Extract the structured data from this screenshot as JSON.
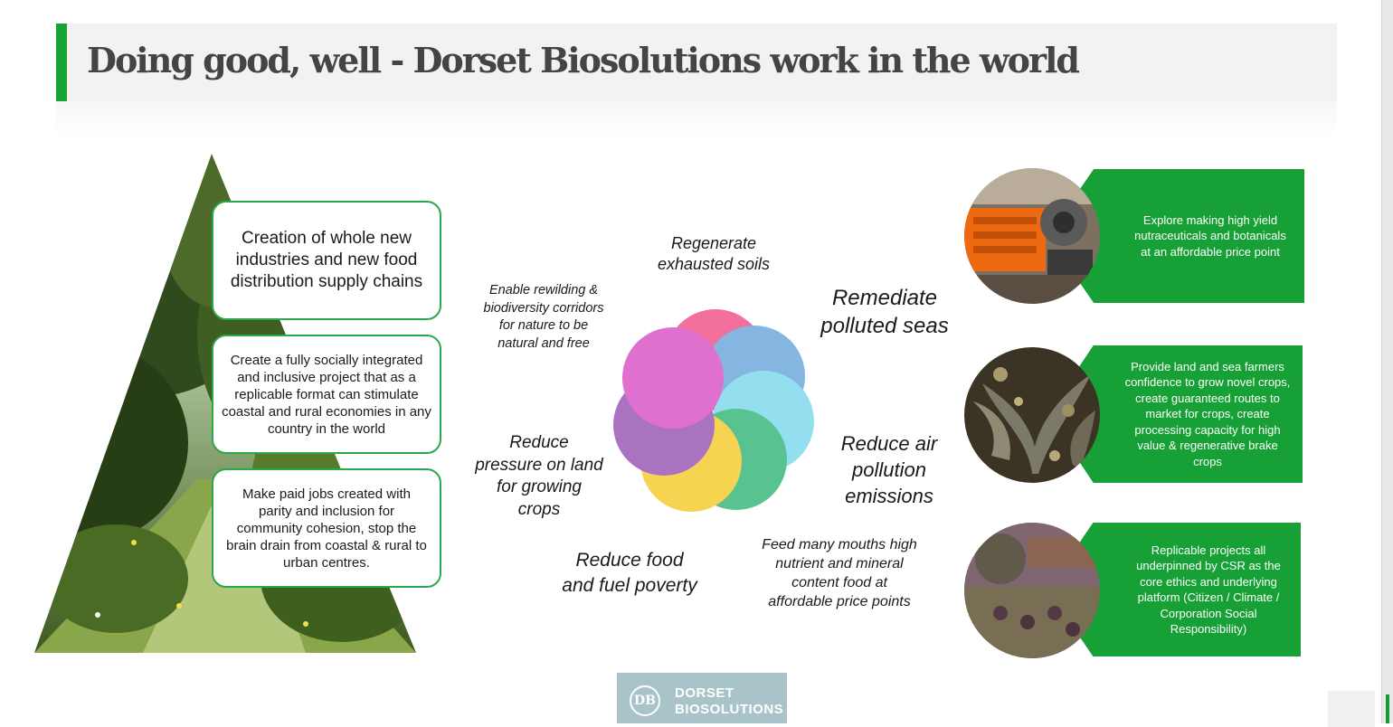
{
  "title": "Doing good, well - Dorset Biosolutions work in the world",
  "pyramid_cards": [
    "Creation of whole new industries and new food distribution supply chains",
    "Create a fully socially integrated and inclusive project that as a replicable format can stimulate coastal and rural economies in any country in the world",
    "Make paid jobs created with parity and inclusion for community cohesion, stop the brain drain from coastal & rural to urban centres."
  ],
  "goals": {
    "soils": "Regenerate exhausted soils",
    "rewild": "Enable rewilding & biodiversity corridors for nature to be natural and free",
    "seas": "Remediate polluted seas",
    "air": "Reduce air pollution emissions",
    "land": "Reduce pressure on land for growing crops",
    "food": "Reduce food and fuel poverty",
    "mouths": "Feed many mouths high nutrient and mineral content food at affordable price points"
  },
  "right_panels": [
    "Explore making high yield nutraceuticals and botanicals at an affordable price point",
    "Provide land and sea farmers confidence to grow novel crops, create guaranteed routes to market for crops, create processing capacity for high value & regenerative brake crops",
    "Replicable projects all underpinned by CSR as the core ethics and underlying platform (Citizen / Climate / Corporation Social Responsibility)"
  ],
  "logo": {
    "mark": "DB",
    "line1": "DORSET",
    "line2": "BIOSOLUTIONS"
  },
  "colors": {
    "accent_green": "#16a035",
    "title_text": "#444444"
  }
}
